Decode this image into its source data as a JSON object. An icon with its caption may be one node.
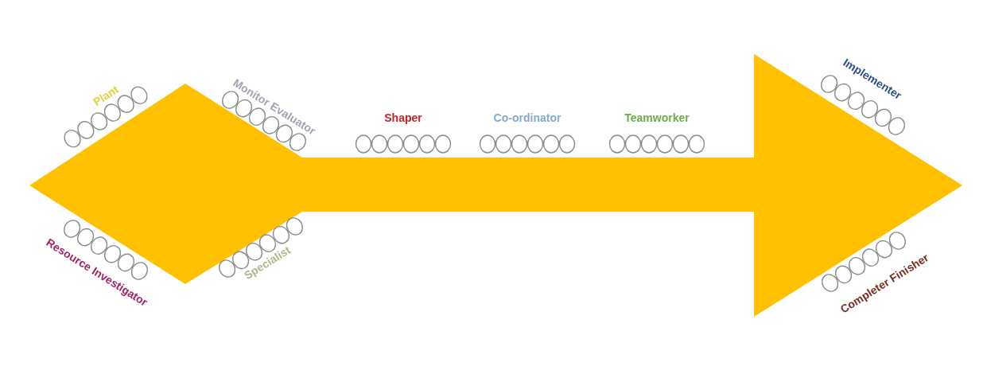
{
  "diagram": {
    "labels": [
      "Plant",
      "Monitor Evaluator",
      "Shaper",
      "Co-ordinator",
      "Teamworker",
      "Implementer",
      "Resource Investigator",
      "Specialist",
      "Completer Finisher"
    ]
  }
}
